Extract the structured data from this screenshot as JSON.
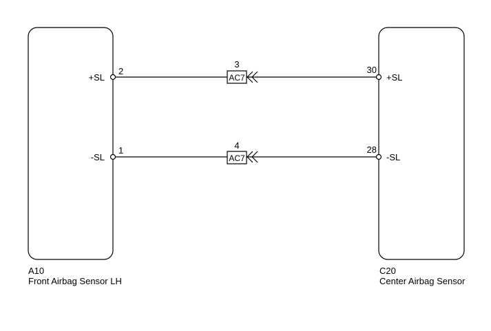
{
  "components": {
    "left": {
      "code": "A10",
      "name": "Front Airbag Sensor LH"
    },
    "right": {
      "code": "C20",
      "name": "Center Airbag Sensor"
    }
  },
  "wires": [
    {
      "left_signal": "+SL",
      "left_pin": "2",
      "connector": "AC7",
      "connector_pin": "3",
      "right_pin": "30",
      "right_signal": "+SL"
    },
    {
      "left_signal": "-SL",
      "left_pin": "1",
      "connector": "AC7",
      "connector_pin": "4",
      "right_pin": "28",
      "right_signal": "-SL"
    }
  ]
}
